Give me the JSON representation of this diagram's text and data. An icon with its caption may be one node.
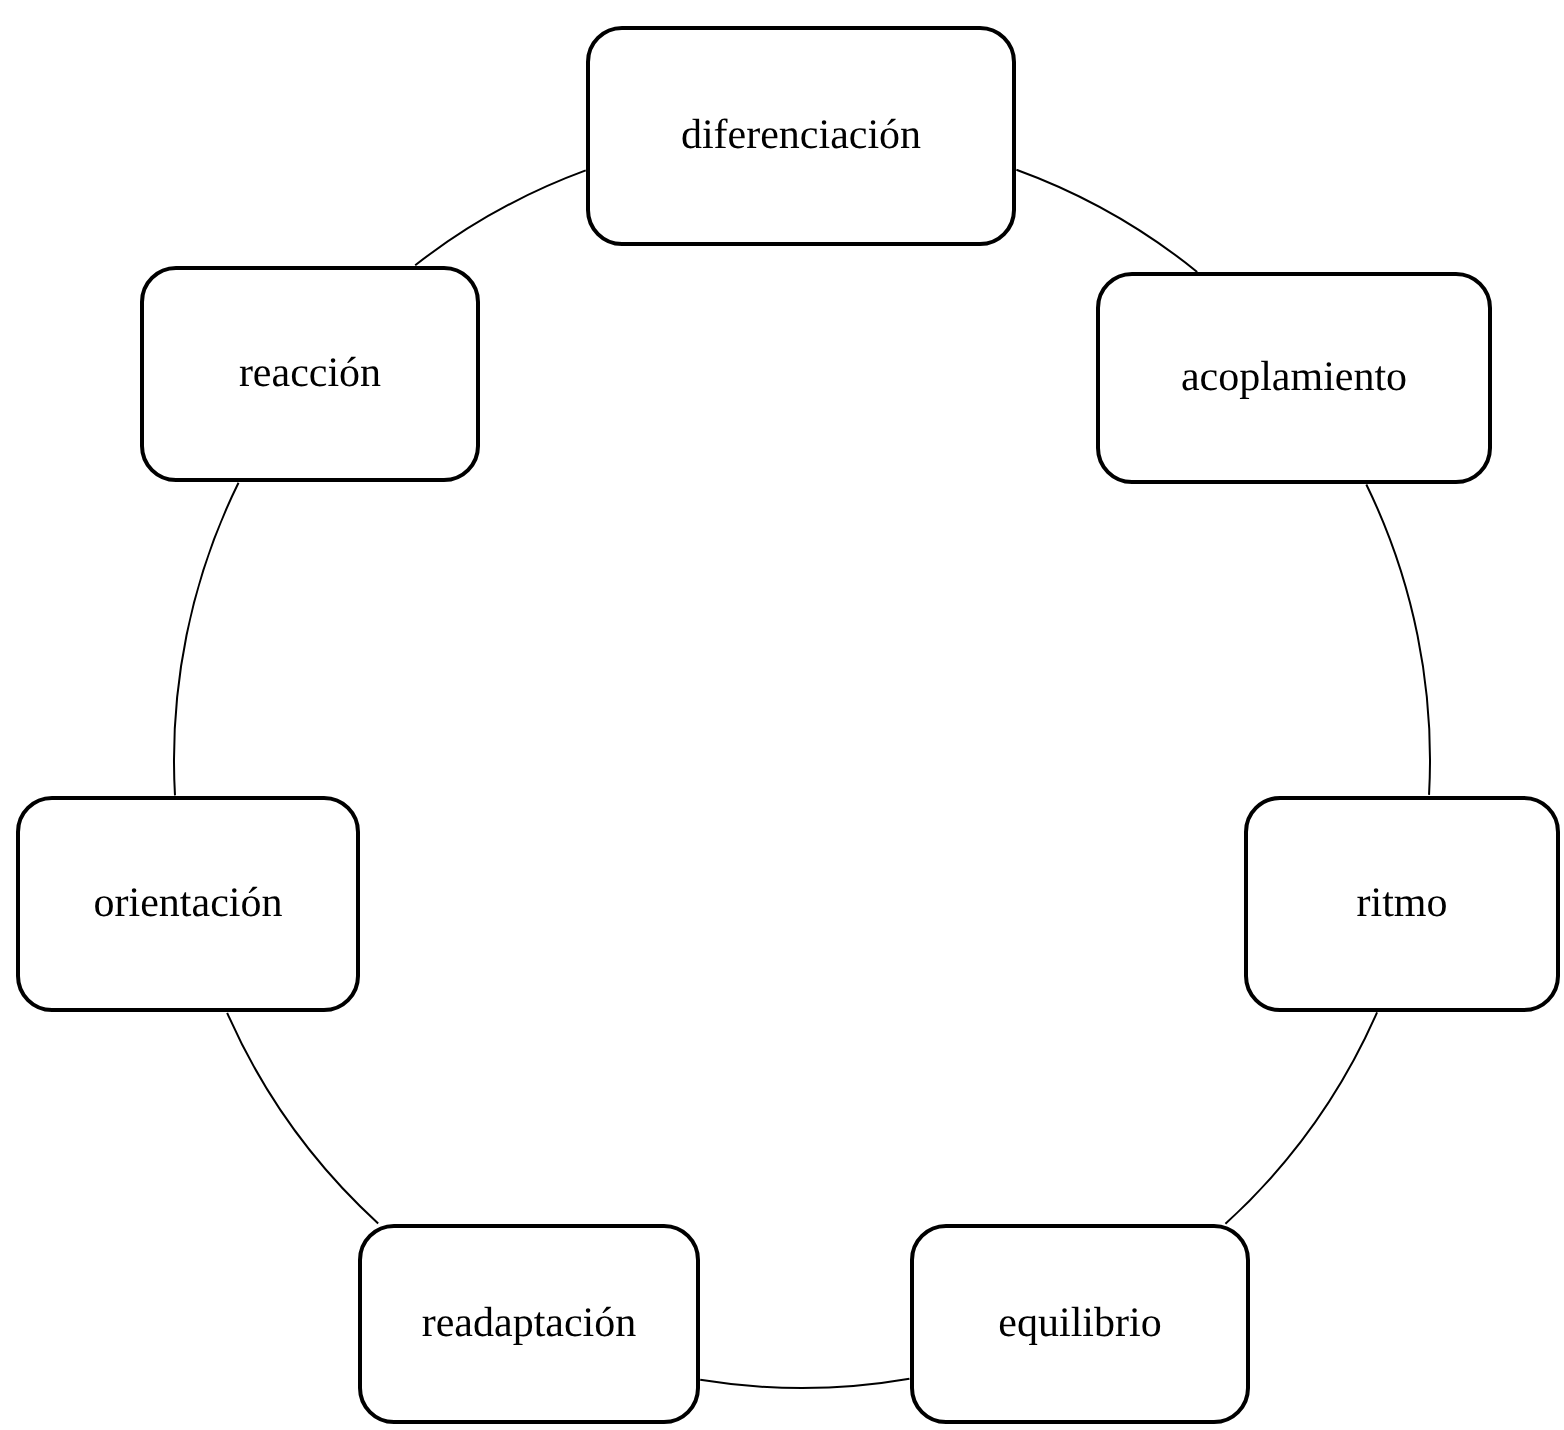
{
  "diagram": {
    "nodes": [
      {
        "text": [
          "diferenciación"
        ]
      },
      {
        "text": [
          "acoplamiento"
        ]
      },
      {
        "text": [
          "ritmo"
        ]
      },
      {
        "text": [
          "equilibrio"
        ]
      },
      {
        "text": [
          "readaptación"
        ]
      },
      {
        "text": [
          "orientación"
        ]
      },
      {
        "text": [
          "reacción"
        ]
      }
    ],
    "edges": [
      {
        "from": 0,
        "to": 1,
        "arrow": "none"
      },
      {
        "from": 1,
        "to": 2,
        "arrow": "none"
      },
      {
        "from": 2,
        "to": 3,
        "arrow": "none"
      },
      {
        "from": 3,
        "to": 4,
        "arrow": "none"
      },
      {
        "from": 4,
        "to": 5,
        "arrow": "none"
      },
      {
        "from": 5,
        "to": 6,
        "arrow": "none"
      },
      {
        "from": 6,
        "to": 0,
        "arrow": "none"
      }
    ]
  }
}
